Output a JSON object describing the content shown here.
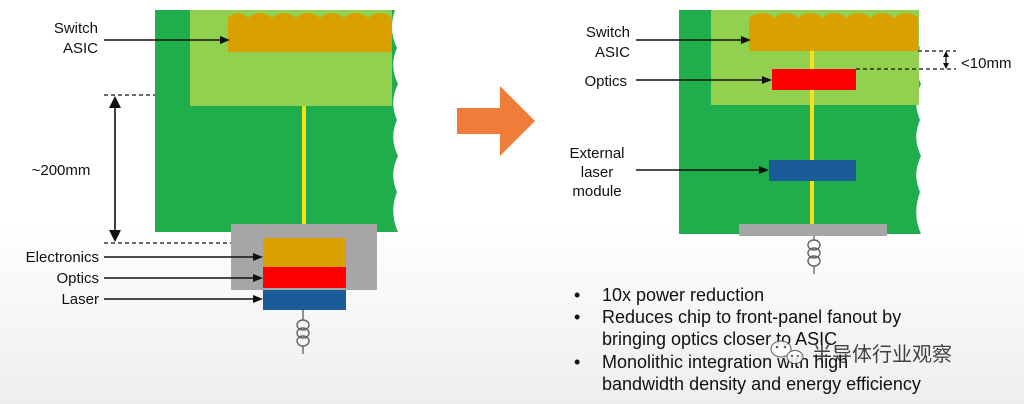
{
  "colors": {
    "board_green": "#1fae4b",
    "light_green": "#92d050",
    "asic_gold": "#daa000",
    "optics_red": "#ff0000",
    "laser_blue": "#1b5c98",
    "gray_block": "#a6a6a6",
    "arrow_orange": "#f07c3a",
    "trace_yellow": "#f7e11a"
  },
  "left_diagram": {
    "switch_asic_label": [
      "Switch",
      "ASIC"
    ],
    "distance_label": "~200mm",
    "electronics_label": "Electronics",
    "optics_label": "Optics",
    "laser_label": "Laser"
  },
  "right_diagram": {
    "switch_asic_label": [
      "Switch",
      "ASIC"
    ],
    "optics_label": "Optics",
    "distance_label": "<10mm",
    "external_laser_label": [
      "External",
      "laser",
      "module"
    ]
  },
  "bullets": [
    [
      "10x power reduction"
    ],
    [
      "Reduces chip to front-panel fanout by",
      "bringing optics closer to ASIC"
    ],
    [
      "Monolithic integration with high",
      "bandwidth density and energy efficiency"
    ]
  ],
  "watermark": "半导体行业观察"
}
